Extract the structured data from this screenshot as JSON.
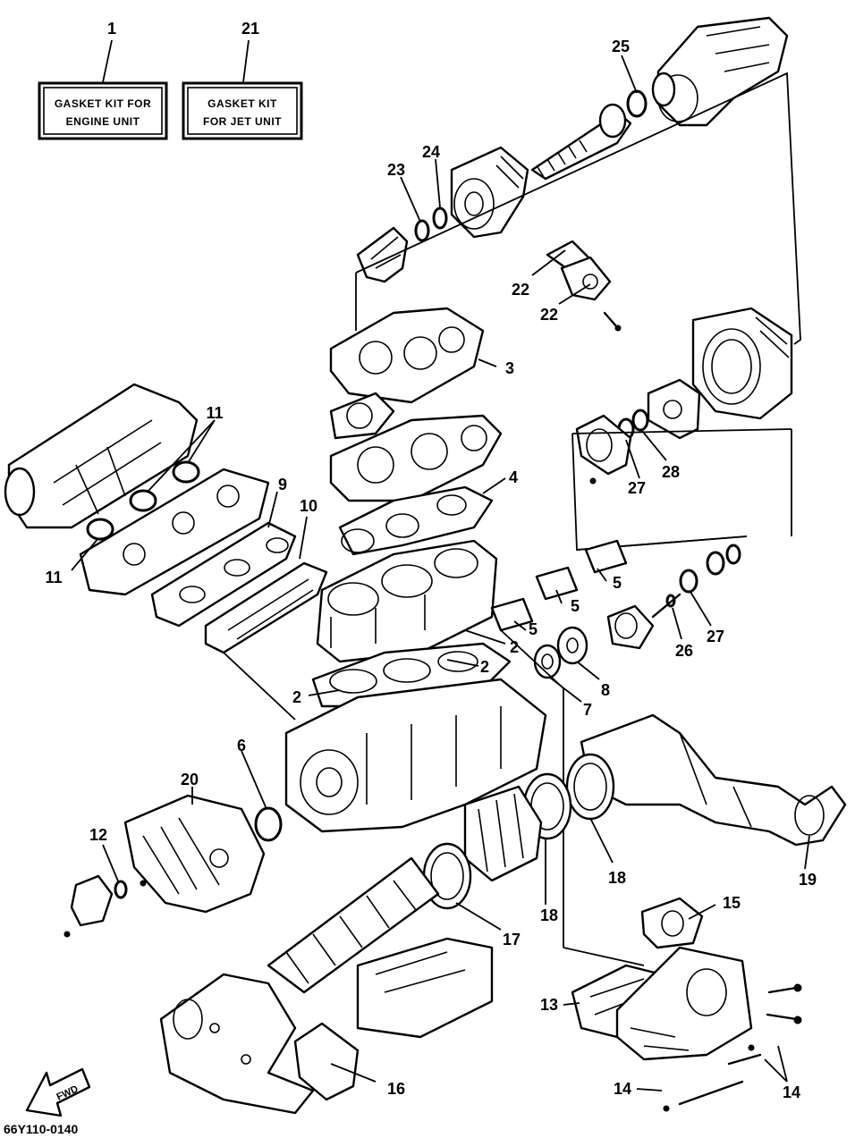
{
  "kit_boxes": [
    {
      "number": "1",
      "line1": "GASKET KIT FOR",
      "line2": "ENGINE UNIT"
    },
    {
      "number": "21",
      "line1": "GASKET KIT",
      "line2": "FOR JET UNIT"
    }
  ],
  "labels": {
    "l25": "25",
    "l24": "24",
    "l23": "23",
    "l22a": "22",
    "l22b": "22",
    "l3": "3",
    "l4": "4",
    "l11a": "11",
    "l11b": "11",
    "l9": "9",
    "l10": "10",
    "l27a": "27",
    "l28": "28",
    "l5a": "5",
    "l5b": "5",
    "l5c": "5",
    "l2a": "2",
    "l2b": "2",
    "l2c": "2",
    "l26": "26",
    "l27b": "27",
    "l8": "8",
    "l7": "7",
    "l6": "6",
    "l20": "20",
    "l12": "12",
    "l18a": "18",
    "l18b": "18",
    "l19": "19",
    "l17": "17",
    "l15": "15",
    "l13": "13",
    "l16": "16",
    "l14a": "14",
    "l14b": "14"
  },
  "fwd_marker": "FWD",
  "diagram_code": "66Y110-0140"
}
